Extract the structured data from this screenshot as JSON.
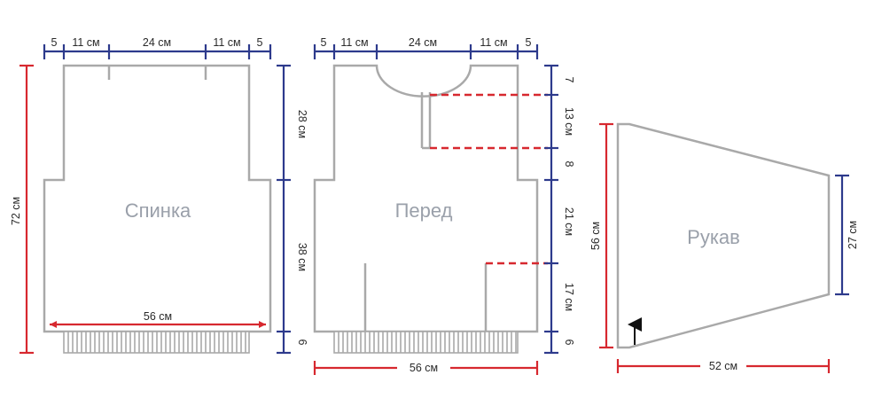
{
  "back": {
    "name": "Спинка",
    "top_dims": [
      "5",
      "11 см",
      "24 см",
      "11 см",
      "5"
    ],
    "right_dims": [
      "28 см",
      "38 см",
      "6"
    ],
    "left_dim": "72 см",
    "width_dim": "56 см"
  },
  "front": {
    "name": "Перед",
    "top_dims": [
      "5",
      "11 см",
      "24 см",
      "11 см",
      "5"
    ],
    "right_dims": [
      "7",
      "13 см",
      "8",
      "21 см",
      "17 см",
      "6"
    ],
    "bottom_dim": "56 см"
  },
  "sleeve": {
    "name": "Рукав",
    "left_dim": "56 см",
    "right_dim": "27 см",
    "bottom_dim": "52 см"
  },
  "colors": {
    "outline": "#a9a9a9",
    "dimension_blue": "#2d3a8c",
    "dimension_red": "#d7282f",
    "label_gray": "#9aa0aa"
  }
}
